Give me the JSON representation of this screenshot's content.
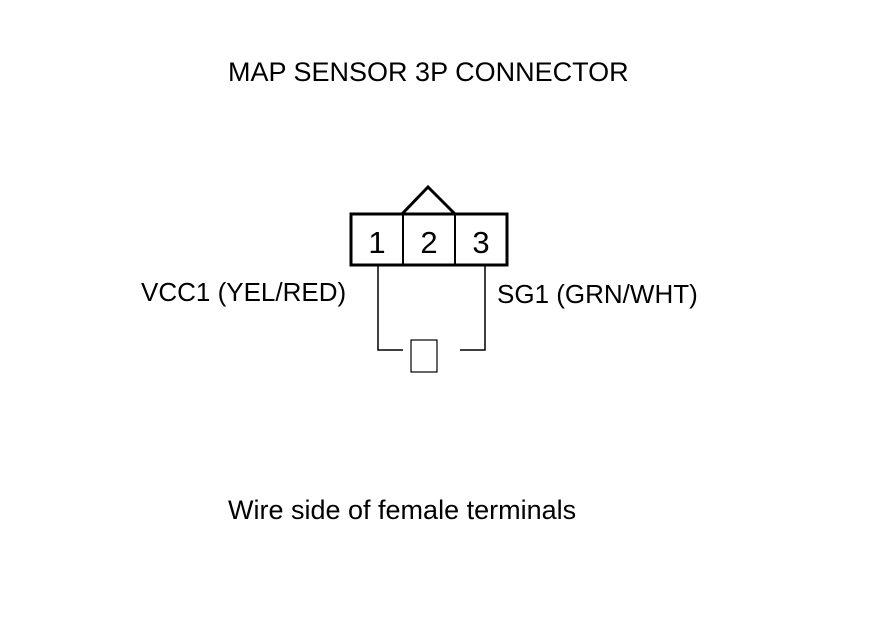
{
  "title": "MAP SENSOR 3P CONNECTOR",
  "connector": {
    "terminals": [
      "1",
      "2",
      "3"
    ]
  },
  "wires": {
    "left_label": "VCC1 (YEL/RED)",
    "right_label": "SG1 (GRN/WHT)"
  },
  "caption": "Wire side of female terminals"
}
